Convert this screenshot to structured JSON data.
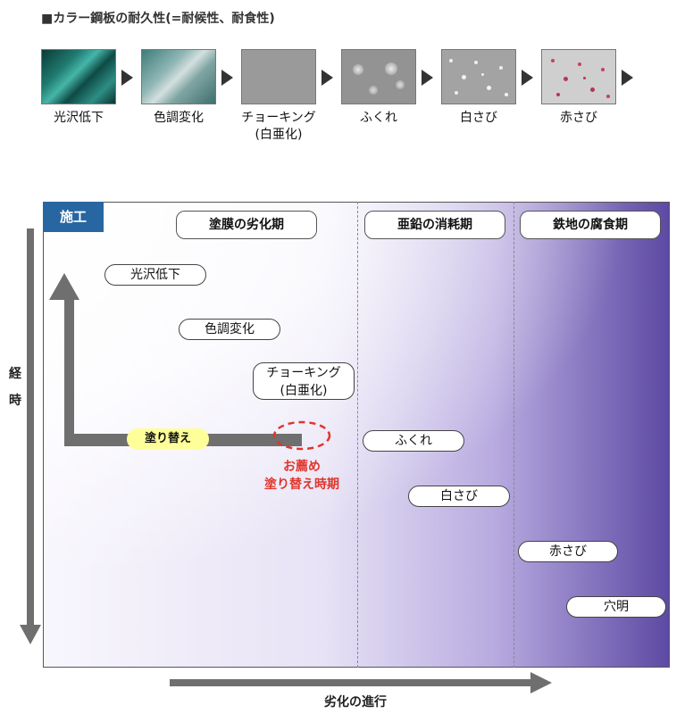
{
  "header": {
    "title": "■カラー鋼板の耐久性(=耐候性、耐食性)",
    "stages": [
      {
        "label": "光沢低下",
        "icon": "glossy-teal-panel"
      },
      {
        "label": "色調変化",
        "icon": "faded-teal-panel"
      },
      {
        "label": "チョーキング\n(白亜化)",
        "icon": "gray-chalky-panel"
      },
      {
        "label": "ふくれ",
        "icon": "blister-panel"
      },
      {
        "label": "白さび",
        "icon": "white-rust-panel"
      },
      {
        "label": "赤さび",
        "icon": "red-rust-panel"
      }
    ]
  },
  "chart": {
    "corner_label": "施工",
    "phases": [
      "塗膜の劣化期",
      "亜鉛の消耗期",
      "鉄地の腐食期"
    ],
    "events": [
      "光沢低下",
      "色調変化",
      "チョーキング\n(白亜化)",
      "ふくれ",
      "白さび",
      "赤さび",
      "穴明"
    ],
    "repaint_label": "塗り替え",
    "recommend_label": "お薦め\n塗り替え時期",
    "y_axis_label": "経\n時",
    "x_axis_label": "劣化の進行",
    "colors": {
      "header_box": "#2866a2",
      "gradient_end": "#5d4aa4",
      "recommend_red": "#e0352b",
      "repaint_highlight": "#ffff99",
      "arrow": "#6f6f6f"
    }
  }
}
